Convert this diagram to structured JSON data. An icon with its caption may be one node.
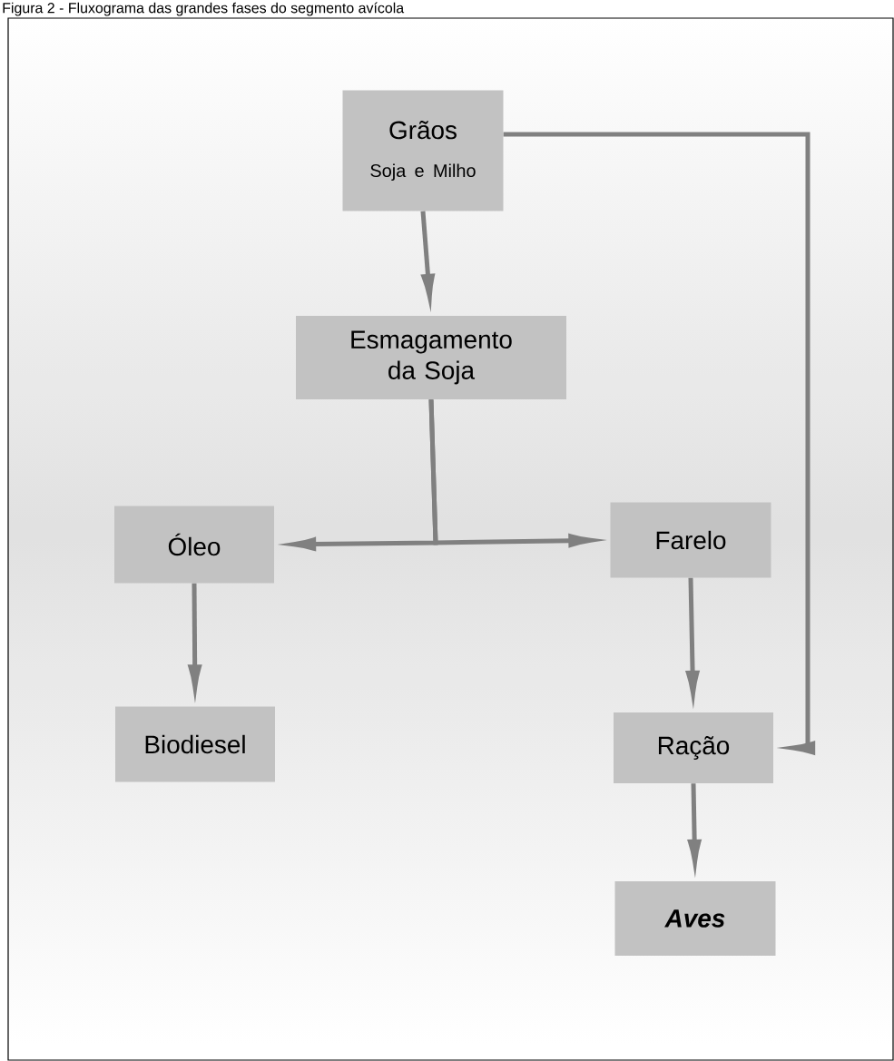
{
  "diagram": {
    "title": "Figura 2 - Fluxograma das grandes fases do segmento avícola",
    "nodes": [
      {
        "text": [
          "Grãos",
          "Soja e Milho"
        ]
      },
      {
        "text": [
          "Esmagamento da Soja"
        ]
      },
      {
        "text": [
          "Óleo"
        ]
      },
      {
        "text": [
          "Farelo"
        ]
      },
      {
        "text": [
          "Biodiesel"
        ]
      },
      {
        "text": [
          "Ração"
        ]
      },
      {
        "text": [
          "Aves"
        ]
      }
    ],
    "edges": [
      {
        "from": 0,
        "to": 1,
        "arrow": "to"
      },
      {
        "from": 1,
        "to": 2,
        "arrow": "to"
      },
      {
        "from": 1,
        "to": 3,
        "arrow": "to"
      },
      {
        "from": 2,
        "to": 4,
        "arrow": "to"
      },
      {
        "from": 3,
        "to": 5,
        "arrow": "to"
      },
      {
        "from": 0,
        "to": 5,
        "arrow": "to"
      },
      {
        "from": 5,
        "to": 6,
        "arrow": "to"
      }
    ]
  }
}
